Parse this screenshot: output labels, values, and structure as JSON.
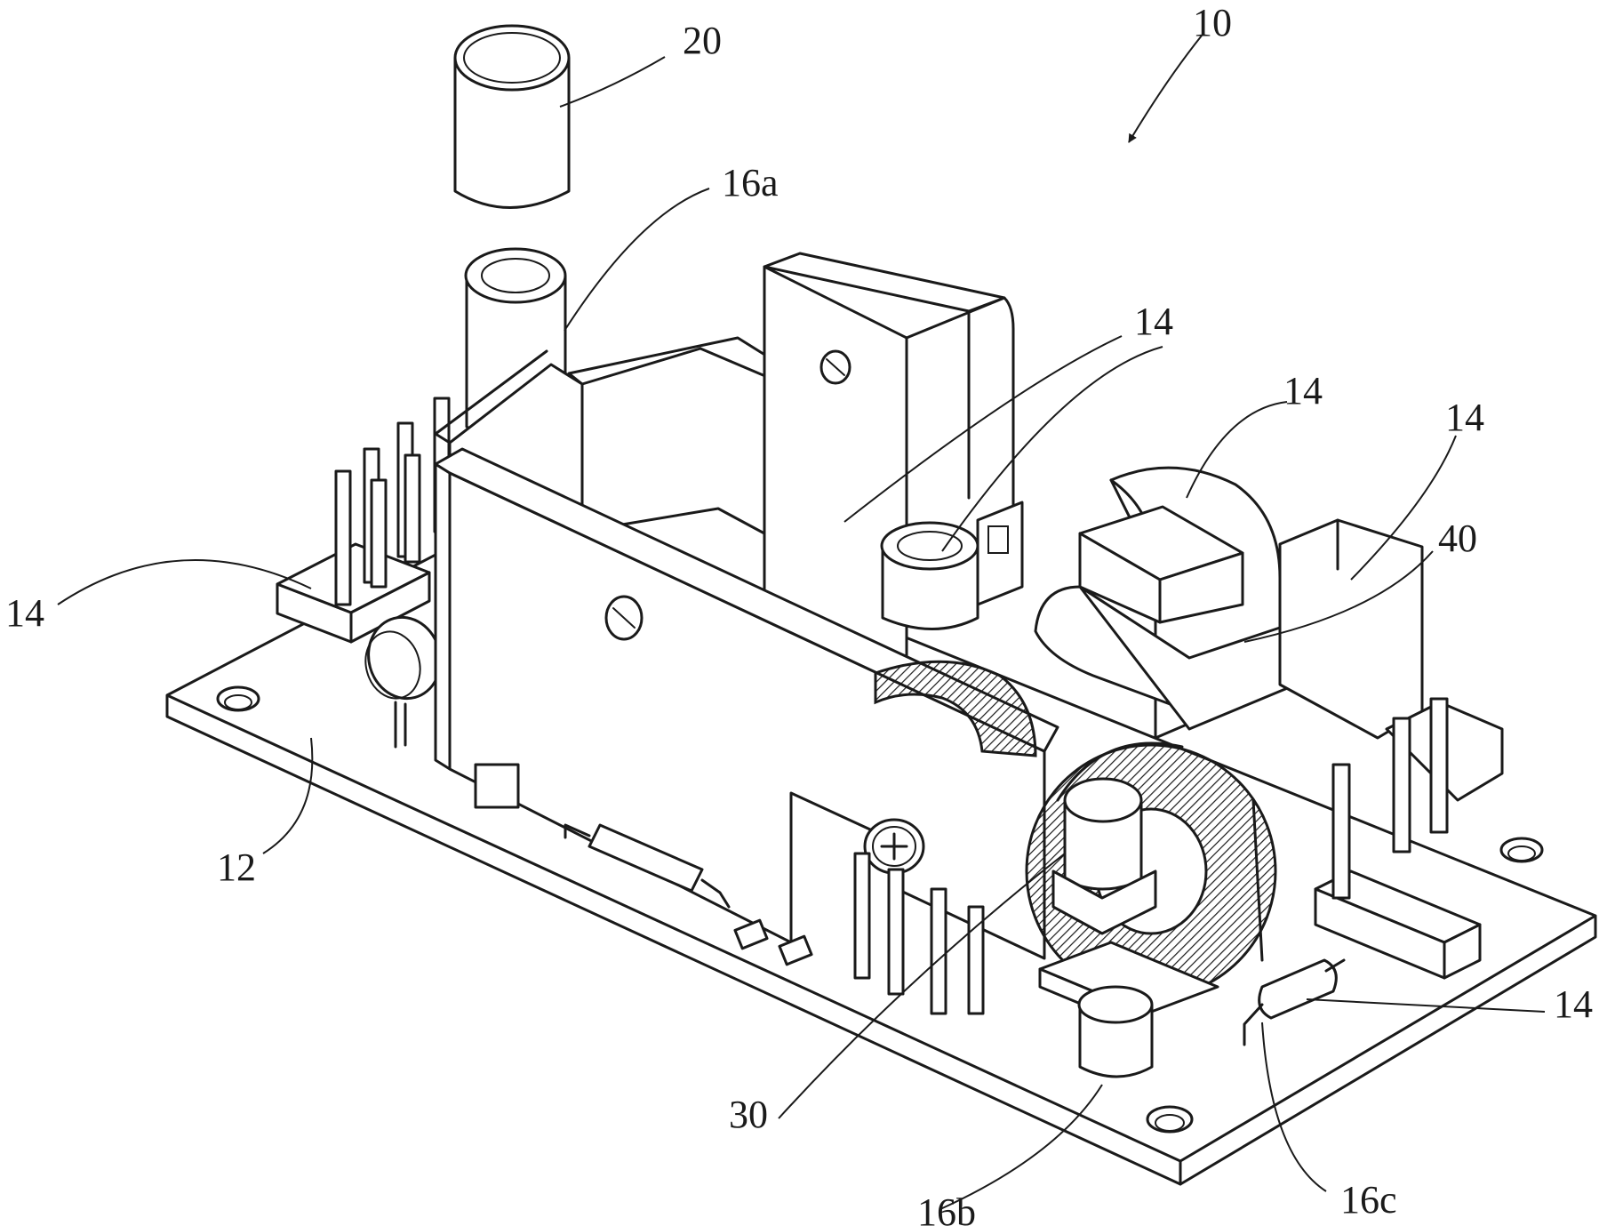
{
  "labels": {
    "assembly": "10",
    "board": "12",
    "comp_heatsink": "14",
    "comp_post": "14",
    "comp_drum": "14",
    "comp_block": "14",
    "comp_left": "14",
    "comp_right": "14",
    "cap_cover": "20",
    "cap_a": "16a",
    "cap_b": "16b",
    "cap_c": "16c",
    "toroid": "30",
    "transformer": "40"
  }
}
